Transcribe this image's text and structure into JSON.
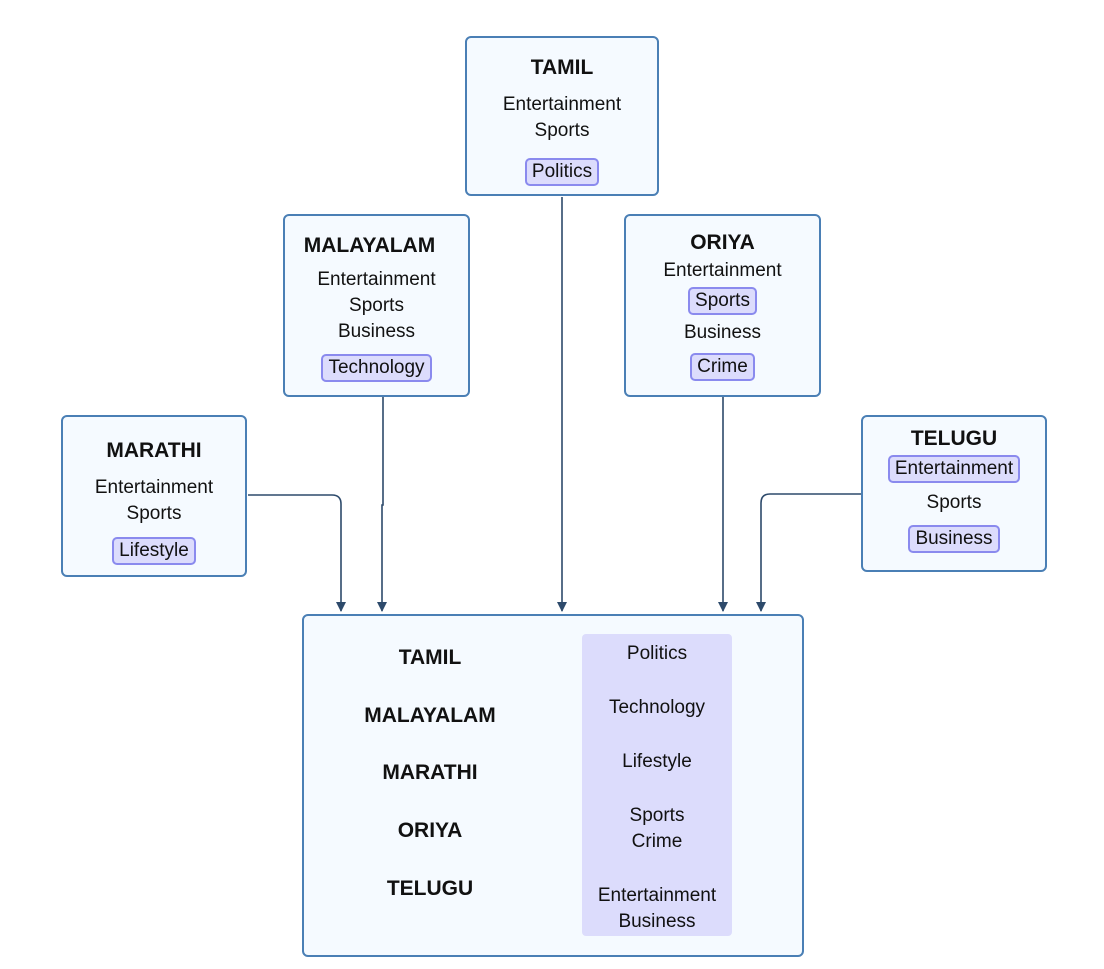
{
  "sources": [
    {
      "id": "tamil",
      "title": "TAMIL",
      "categories": [
        {
          "label": "Entertainment",
          "highlighted": false
        },
        {
          "label": "Sports",
          "highlighted": false
        },
        {
          "label": "Politics",
          "highlighted": true
        }
      ]
    },
    {
      "id": "malayalam",
      "title": "MALAYALAM",
      "categories": [
        {
          "label": "Entertainment",
          "highlighted": false
        },
        {
          "label": "Sports",
          "highlighted": false
        },
        {
          "label": "Business",
          "highlighted": false
        },
        {
          "label": "Technology",
          "highlighted": true
        }
      ]
    },
    {
      "id": "oriya",
      "title": "ORIYA",
      "categories": [
        {
          "label": "Entertainment",
          "highlighted": false
        },
        {
          "label": "Sports",
          "highlighted": true
        },
        {
          "label": "Business",
          "highlighted": false
        },
        {
          "label": "Crime",
          "highlighted": true
        }
      ]
    },
    {
      "id": "marathi",
      "title": "MARATHI",
      "categories": [
        {
          "label": "Entertainment",
          "highlighted": false
        },
        {
          "label": "Sports",
          "highlighted": false
        },
        {
          "label": "Lifestyle",
          "highlighted": true
        }
      ]
    },
    {
      "id": "telugu",
      "title": "TELUGU",
      "categories": [
        {
          "label": "Entertainment",
          "highlighted": true
        },
        {
          "label": "Sports",
          "highlighted": false
        },
        {
          "label": "Business",
          "highlighted": true
        }
      ]
    }
  ],
  "summary": {
    "rows": [
      {
        "language": "TAMIL",
        "result": [
          "Politics"
        ]
      },
      {
        "language": "MALAYALAM",
        "result": [
          "Technology"
        ]
      },
      {
        "language": "MARATHI",
        "result": [
          "Lifestyle"
        ]
      },
      {
        "language": "ORIYA",
        "result": [
          "Sports",
          "Crime"
        ]
      },
      {
        "language": "TELUGU",
        "result": [
          "Entertainment",
          "Business"
        ]
      }
    ]
  },
  "colors": {
    "box_border": "#4a7fb5",
    "box_fill": "#f5faff",
    "highlight_fill": "#dcdcfc",
    "highlight_border": "#8a8aee",
    "connector": "#2d4a6b"
  }
}
